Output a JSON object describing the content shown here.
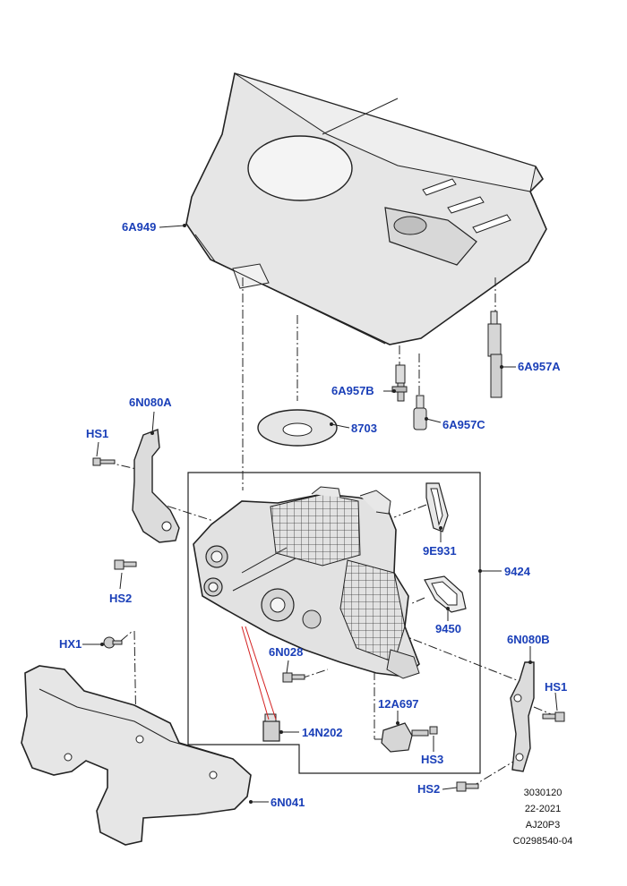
{
  "labels": {
    "cover": "6A949",
    "stud_b": "6A957B",
    "stud_a": "6A957A",
    "stud_c": "6A957C",
    "grommet": "8703",
    "bracket_a": "6N080A",
    "hs1_left": "HS1",
    "hs2_left": "HS2",
    "gasket_9e931": "9E931",
    "manifold": "9424",
    "gasket_9450": "9450",
    "bracket_b": "6N080B",
    "hs1_right": "HS1",
    "hx1": "HX1",
    "bolt_6n028": "6N028",
    "sensor_12a697": "12A697",
    "hs3": "HS3",
    "sensor_14n202": "14N202",
    "hs2_right": "HS2",
    "shield": "6N041"
  },
  "reference": {
    "line1": "3030120",
    "line2": "22-2021",
    "line3": "AJ20P3",
    "line4": "C0298540-04"
  },
  "colors": {
    "label": "#1a3fb8",
    "line": "#222222",
    "part_fill": "#e6e6e6",
    "leader_red": "#d42020"
  }
}
